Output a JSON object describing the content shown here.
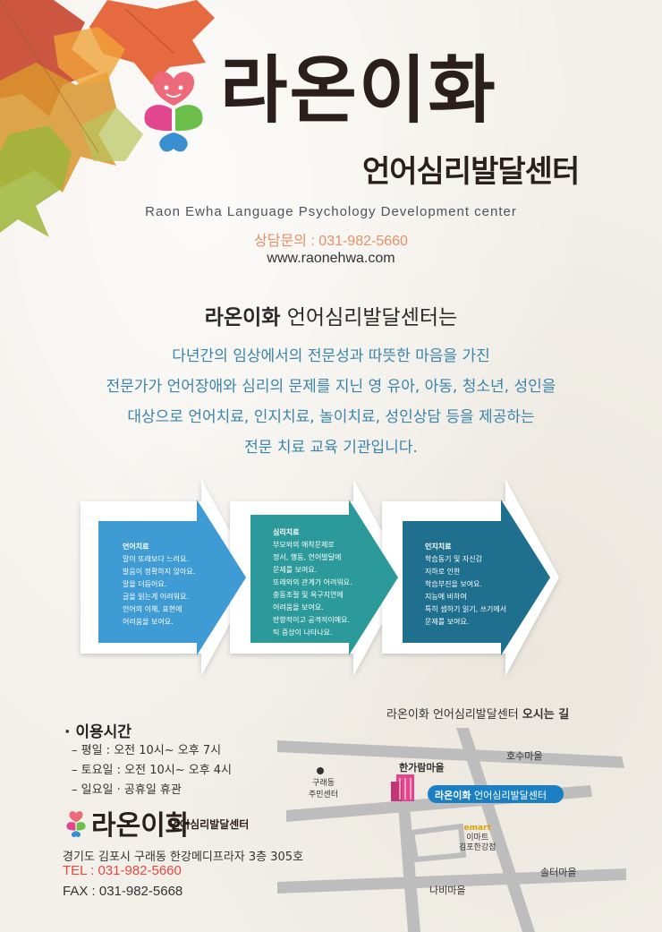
{
  "header": {
    "brand_main": "라온이화",
    "brand_sub": "언어심리발달센터",
    "english_name": "Raon Ewha Language Psychology Development center",
    "phone_label": "상담문의 : 031-982-5660",
    "website": "www.raonehwa.com"
  },
  "intro": {
    "title_bold": "라온이화",
    "title_rest": " 언어심리발달센터는",
    "lines": [
      "다년간의 임상에서의 전문성과 따뜻한 마음을 가진",
      "전문가가 언어장애와 심리의 문제를 지닌 영 유아, 아동, 청소년, 성인을",
      "대상으로 언어치료, 인지치료, 놀이치료, 성인상담 등을 제공하는",
      "전문 치료 교육 기관입니다."
    ]
  },
  "services": [
    {
      "title": "언어치료",
      "lines": [
        "말이 또래보다 느려요.",
        "발음이 정확하지 않아요.",
        "말을 더듬어요.",
        "글을 읽는게 어려워요.",
        "언어의 이해, 표현에",
        "어려움을 보여요."
      ],
      "color": "#3f9bd4"
    },
    {
      "title": "심리치료",
      "lines": [
        "부모와의 애착문제로",
        "정서, 행동, 언어발달에",
        "문제를 보여요.",
        "또래와의 관계가 어려워요.",
        "충동조절 및 욕구지연에",
        "어려움을 보여요.",
        "반항적이고 공격적이예요.",
        "틱 증상이 나타나요."
      ],
      "color": "#2c9a9a"
    },
    {
      "title": "인지치료",
      "lines": [
        "학습동기 및 자신감",
        "저하로 인한",
        "학습부진을 보여요.",
        "지능에 비하여",
        "특히 셈하기 읽기, 쓰기에서",
        "문제를 보여요."
      ],
      "color": "#1f6f8f"
    }
  ],
  "hours": {
    "title": "· 이용시간",
    "lines": [
      "– 평일 : 오전 10시~ 오후 7시",
      "– 토요일 : 오전 10시~ 오후 4시",
      "– 일요일 · 공휴일 휴관"
    ]
  },
  "footer": {
    "brand_main": "라온이화",
    "brand_sub": "언어심리발달센터",
    "address": "경기도 김포시 구래동 한강메디프라자 3층 305호",
    "tel": "TEL : 031-982-5660",
    "fax": "FAX : 031-982-5668"
  },
  "map": {
    "title_normal": "라온이화 언어심리발달센터 ",
    "title_bold": "오시는 길",
    "labels": {
      "hosu": "호수마을",
      "hangaram": "한가람마을",
      "guraedong_1": "구래동",
      "guraedong_2": "주민센터",
      "center_bold": "라온이화",
      "center_rest": " 언어심리발달센터",
      "emart_logo": "emart",
      "emart_1": "이마트",
      "emart_2": "김포한강점",
      "soltuh": "솔터마을",
      "nabi": "나비마을"
    }
  }
}
